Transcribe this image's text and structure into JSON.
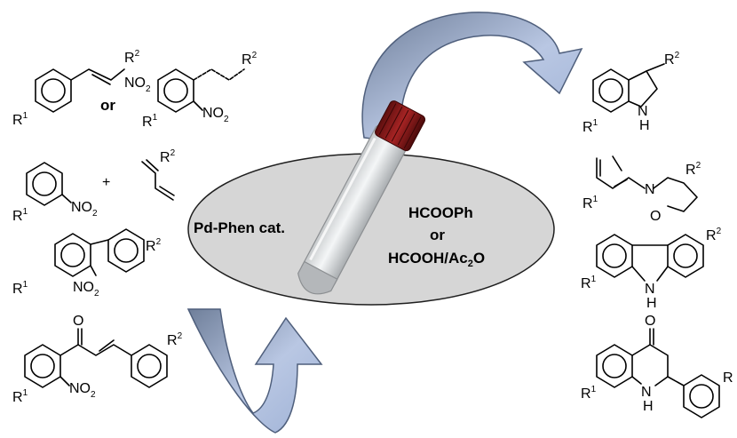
{
  "catalyst": {
    "label": "Pd-Phen cat."
  },
  "reductants": {
    "line1": "HCOOPh",
    "line2": "or",
    "line3_main": "HCOOH/Ac",
    "line3_sub": "2",
    "line3_end": "O"
  },
  "atoms": {
    "nitro": "NO",
    "nitro_sub": "2",
    "r": "R",
    "sup1": "1",
    "sup2": "2",
    "nh": "N",
    "h": "H",
    "n": "N",
    "o": "O",
    "or": "or",
    "plus": "+"
  },
  "colors": {
    "arrow_fill": "#b7c6e2",
    "arrow_stroke": "#5b6e8f",
    "ellipse_fill": "#d6d6d6",
    "cap": "#8c1a1a"
  }
}
